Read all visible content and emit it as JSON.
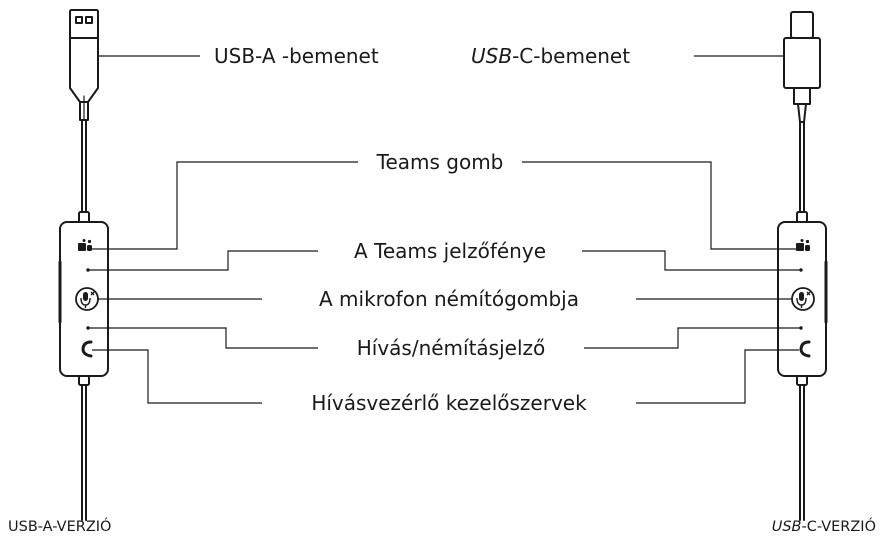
{
  "labels": {
    "usb_a_input": "USB-A -bemenet",
    "usb_c_prefix": "USB",
    "usb_c_input_rest": "-C-bemenet",
    "teams_button": "Teams gomb",
    "teams_indicator": "A Teams jelzőfénye",
    "mic_mute_button": "A mikrofon némítógombja",
    "call_mute_indicator": "Hívás/némításjelző",
    "call_controls": "Hívásvezérlő kezelőszervek",
    "usb_a_version": "USB-A-VERZIÓ",
    "usb_c_version_prefix": "USB",
    "usb_c_version_rest": "-C-VERZIÓ"
  },
  "icons": [
    "usb-a-connector-icon",
    "usb-c-connector-icon",
    "teams-icon",
    "mic-mute-icon",
    "phone-icon"
  ],
  "colors": {
    "line": "#1a1a1a",
    "text": "#1a1a1a"
  }
}
